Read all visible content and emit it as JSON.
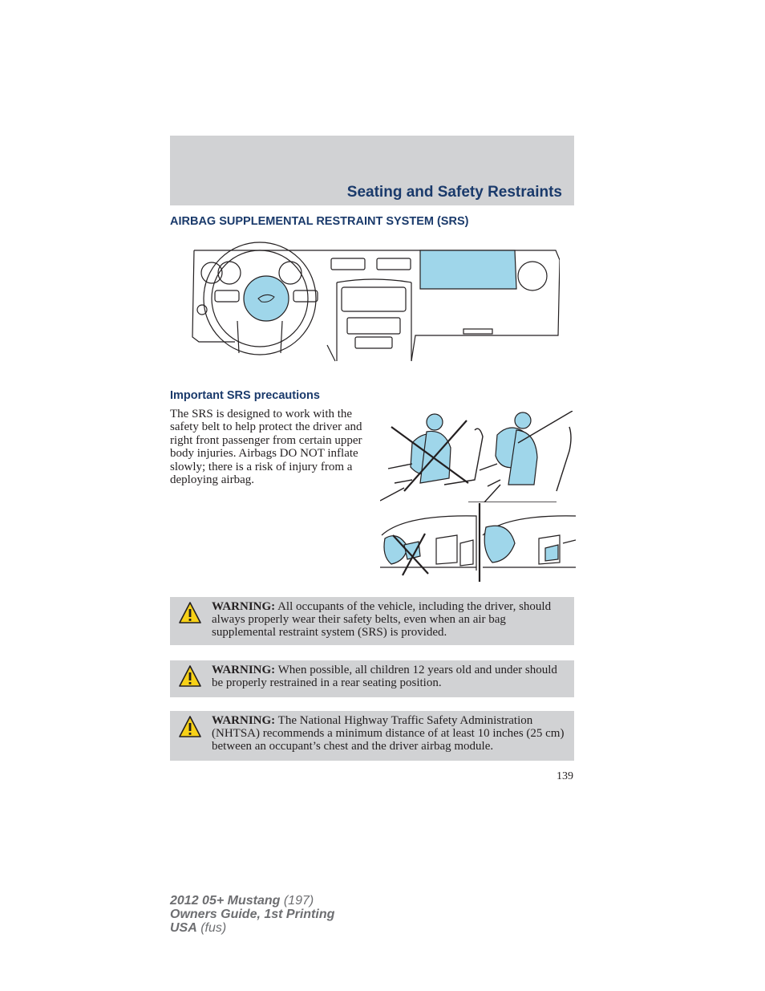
{
  "header": {
    "section_title": "Seating and Safety Restraints"
  },
  "main_heading": "AIRBAG SUPPLEMENTAL RESTRAINT SYSTEM (SRS)",
  "precautions": {
    "heading": "Important SRS precautions",
    "body": "The SRS is designed to work with the safety belt to help protect the driver and right front passenger from certain upper body injuries. Airbags DO NOT inflate slowly; there is a risk of injury from a deploying airbag."
  },
  "warnings": [
    {
      "label": "WARNING:",
      "text": " All occupants of the vehicle, including the driver, should always properly wear their safety belts, even when an air bag supplemental restraint system (SRS) is provided."
    },
    {
      "label": "WARNING:",
      "text": " When possible, all children 12 years old and under should be properly restrained in a rear seating position."
    },
    {
      "label": "WARNING:",
      "text": " The National Highway Traffic Safety Administration (NHTSA) recommends a minimum distance of at least 10 inches (25 cm) between an occupant’s chest and the driver airbag module."
    }
  ],
  "page_number": "139",
  "footer": {
    "line1_bold": "2012 05+ Mustang",
    "line1_dim": " (197)",
    "line2": "Owners Guide, 1st Printing",
    "line3_bold": "USA",
    "line3_dim": " (fus)"
  },
  "icons": {
    "warning": "warning-triangle-icon"
  },
  "colors": {
    "heading": "#1a3a6b",
    "band": "#d1d2d4",
    "airbag": "#9fd6ea",
    "line": "#231f20"
  }
}
